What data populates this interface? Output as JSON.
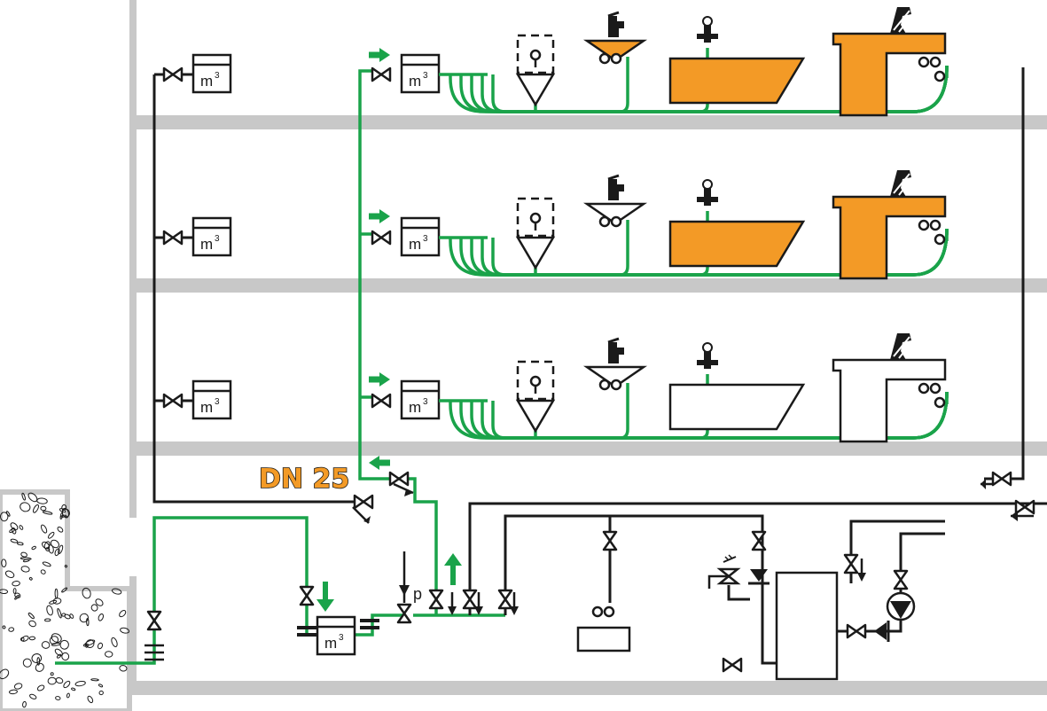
{
  "diagram": {
    "pipe_size_label": "DN 25",
    "meter_unit": "m",
    "meter_unit_exponent": "3",
    "pressure_symbol": "p",
    "floors": [
      "floor-3",
      "floor-2",
      "floor-1"
    ],
    "colors": {
      "supply_pipe": "#1aa34a",
      "fixture_fill": "#f39a26",
      "other_pipe": "#1a1a1a",
      "structure": "#c8c8c8"
    },
    "icons": [
      "gate-valve-icon",
      "water-meter-icon",
      "flow-arrow-icon",
      "washbasin-icon",
      "sink-icon",
      "bathtub-icon",
      "kitchen-counter-icon",
      "water-heater-icon",
      "pump-icon",
      "safety-valve-icon",
      "pressure-regulator-icon",
      "check-valve-icon"
    ]
  }
}
